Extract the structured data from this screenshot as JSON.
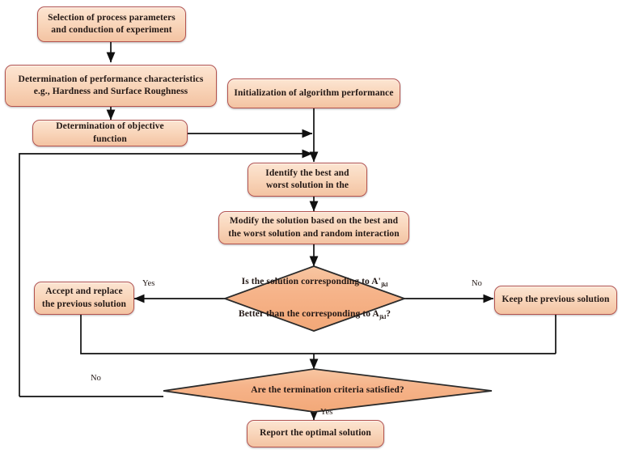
{
  "diagram": {
    "title": "Optimization algorithm flowchart",
    "type": "flowchart",
    "palette": {
      "box_fill": "#f9d6bb",
      "box_border": "#b4534f",
      "diamond_fill": "#f5b183",
      "diamond_border": "#2b2b2b",
      "line": "#111111",
      "text": "#231815",
      "background": "#ffffff"
    },
    "nodes": [
      {
        "id": "n1",
        "shape": "process",
        "label": "Selection of process parameters\nand conduction of experiment"
      },
      {
        "id": "n2",
        "shape": "process",
        "label": "Determination of performance characteristics\ne.g., Hardness and Surface Roughness"
      },
      {
        "id": "n3",
        "shape": "process",
        "label": "Determination of objective function"
      },
      {
        "id": "n4",
        "shape": "process",
        "label": "Initialization of algorithm performance"
      },
      {
        "id": "n5",
        "shape": "process",
        "label": "Identify the best and\nworst solution in the"
      },
      {
        "id": "n6",
        "shape": "process",
        "label": "Modify the solution based on the best and\nthe worst solution and random interaction"
      },
      {
        "id": "n7",
        "shape": "decision",
        "label_line1": "Is the solution corresponding to A'",
        "label_sub1": "jkl",
        "label_line2": "Better than the corresponding to A",
        "label_sub2": "jkl",
        "label_line2_end": "?"
      },
      {
        "id": "n8",
        "shape": "process",
        "label": "Accept and replace\nthe previous solution"
      },
      {
        "id": "n9",
        "shape": "process",
        "label": "Keep the previous solution"
      },
      {
        "id": "n10",
        "shape": "decision",
        "label_line1": "Are the termination criteria satisfied?"
      },
      {
        "id": "n11",
        "shape": "process",
        "label": "Report the optimal solution"
      }
    ],
    "edge_labels": {
      "yes_left": "Yes",
      "no_right": "No",
      "no_bottom": "No",
      "yes_bottom": "Yes"
    },
    "edges": [
      {
        "from": "n1",
        "to": "n2"
      },
      {
        "from": "n2",
        "to": "n3"
      },
      {
        "from": "n3",
        "to": "n5",
        "note": "joins vertical trunk"
      },
      {
        "from": "n4",
        "to": "n5"
      },
      {
        "from": "n5",
        "to": "n6"
      },
      {
        "from": "n6",
        "to": "n7"
      },
      {
        "from": "n7",
        "to": "n8",
        "label": "Yes"
      },
      {
        "from": "n7",
        "to": "n9",
        "label": "No"
      },
      {
        "from": "n8",
        "to": "n10"
      },
      {
        "from": "n9",
        "to": "n10"
      },
      {
        "from": "n10",
        "to": "n11",
        "label": "Yes"
      },
      {
        "from": "n10",
        "to": "n5",
        "label": "No",
        "note": "feedback loop via left rail"
      }
    ]
  }
}
